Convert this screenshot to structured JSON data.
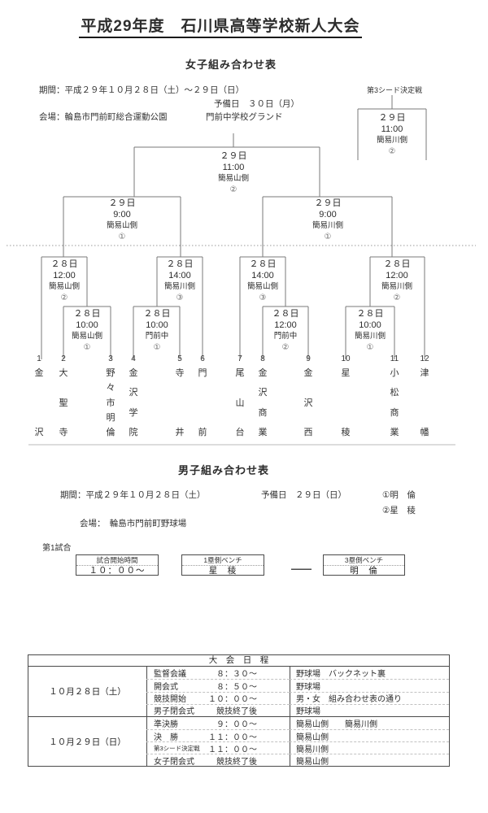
{
  "page": {
    "title": "平成29年度　石川県高等学校新人大会"
  },
  "women": {
    "section_title": "女子組み合わせ表",
    "period": "期間：平成２９年１０月２８日（土）～２９日（日）",
    "reserve": "予備日　３０日（月）",
    "venue": "会場：輪島市門前町総合運動公園",
    "venue2": "門前中学校グランド",
    "third_seed": {
      "label": "第3シード決定戦",
      "lines": [
        "２９日",
        "11:00",
        "簡易川側",
        "②"
      ]
    },
    "matches": [
      {
        "id": "final",
        "lines": [
          "２９日",
          "11:00",
          "簡易山側",
          "②"
        ]
      },
      {
        "id": "sf1",
        "lines": [
          "２９日",
          "9:00",
          "簡易山側",
          "①"
        ]
      },
      {
        "id": "sf2",
        "lines": [
          "２９日",
          "9:00",
          "簡易川側",
          "①"
        ]
      },
      {
        "id": "qf1",
        "lines": [
          "２８日",
          "12:00",
          "簡易山側",
          "②"
        ]
      },
      {
        "id": "qf2",
        "lines": [
          "２８日",
          "14:00",
          "簡易川側",
          "③"
        ]
      },
      {
        "id": "qf3",
        "lines": [
          "２８日",
          "14:00",
          "簡易山側",
          "③"
        ]
      },
      {
        "id": "qf4",
        "lines": [
          "２８日",
          "12:00",
          "簡易川側",
          "②"
        ]
      },
      {
        "id": "r1a",
        "lines": [
          "２８日",
          "10:00",
          "簡易山側",
          "①"
        ]
      },
      {
        "id": "r1b",
        "lines": [
          "２８日",
          "10:00",
          "門前中",
          "①"
        ]
      },
      {
        "id": "r1c",
        "lines": [
          "２８日",
          "12:00",
          "門前中",
          "②"
        ]
      },
      {
        "id": "r1d",
        "lines": [
          "２８日",
          "10:00",
          "簡易川側",
          "①"
        ]
      }
    ],
    "teams": [
      {
        "no": "1",
        "name": "金沢"
      },
      {
        "no": "2",
        "name": "大聖寺"
      },
      {
        "no": "3",
        "name": "野々市明倫"
      },
      {
        "no": "4",
        "name": "金沢学院"
      },
      {
        "no": "5",
        "name": "寺井"
      },
      {
        "no": "6",
        "name": "門前"
      },
      {
        "no": "7",
        "name": "尾山台"
      },
      {
        "no": "8",
        "name": "金沢商業"
      },
      {
        "no": "9",
        "name": "金沢西"
      },
      {
        "no": "10",
        "name": "星稜"
      },
      {
        "no": "11",
        "name": "小松商業"
      },
      {
        "no": "12",
        "name": "津幡"
      }
    ]
  },
  "men": {
    "section_title": "男子組み合わせ表",
    "period": "期間：平成２９年１０月２８日（土）",
    "reserve": "予備日　２９日（日）",
    "seed1": "①明　倫",
    "seed2": "②星　稜",
    "venue": "会場：　輪島市門前町野球場",
    "game_label": "第1試合",
    "boxes": [
      {
        "header": "試合開始時間",
        "value": "１０：００～"
      },
      {
        "header": "1塁側ベンチ",
        "value": "星　稜"
      },
      {
        "header": "3塁側ベンチ",
        "value": "明　倫"
      }
    ]
  },
  "schedule": {
    "title": "大　会　日　程",
    "groups": [
      {
        "date": "１０月２８日（土）",
        "rows": [
          {
            "event": "監督会議",
            "time": "８：３０～",
            "place": "野球場　バックネット裏"
          },
          {
            "event": "開会式",
            "time": "８：５０～",
            "place": "野球場"
          },
          {
            "event": "競技開始",
            "time": "１０：００～",
            "place": "男・女　組み合わせ表の通り"
          },
          {
            "event": "男子閉会式",
            "time": "競技終了後",
            "place": "野球場"
          }
        ]
      },
      {
        "date": "１０月２９日（日）",
        "rows": [
          {
            "event": "準決勝",
            "time": "９：００～",
            "place": "簡易山側　　簡易川側"
          },
          {
            "event": "決　勝",
            "time": "１１：００～",
            "place": "簡易山側"
          },
          {
            "event": "第3シード決定戦",
            "time": "１１：００～",
            "place": "簡易川側",
            "small": true
          },
          {
            "event": "女子閉会式",
            "time": "競技終了後",
            "place": "簡易山側"
          }
        ]
      }
    ]
  }
}
